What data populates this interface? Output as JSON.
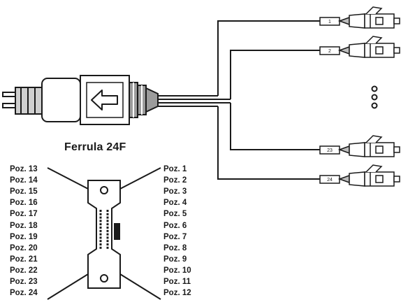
{
  "ferrule": {
    "title": "Ferrula 24F",
    "left_positions": [
      "Poz. 13",
      "Poz. 14",
      "Poz. 15",
      "Poz. 16",
      "Poz. 17",
      "Poz. 18",
      "Poz. 19",
      "Poz. 20",
      "Poz. 21",
      "Poz. 22",
      "Poz. 23",
      "Poz. 24"
    ],
    "right_positions": [
      "Poz. 1",
      "Poz. 2",
      "Poz. 3",
      "Poz. 4",
      "Poz. 5",
      "Poz. 6",
      "Poz. 7",
      "Poz. 8",
      "Poz. 9",
      "Poz. 10",
      "Poz. 11",
      "Poz. 12"
    ]
  },
  "fanout": {
    "tags": [
      "1",
      "2",
      "23",
      "24"
    ]
  },
  "colors": {
    "line": "#1a1a1a",
    "fill": "#ffffff",
    "shade": "#bdbdbd"
  }
}
